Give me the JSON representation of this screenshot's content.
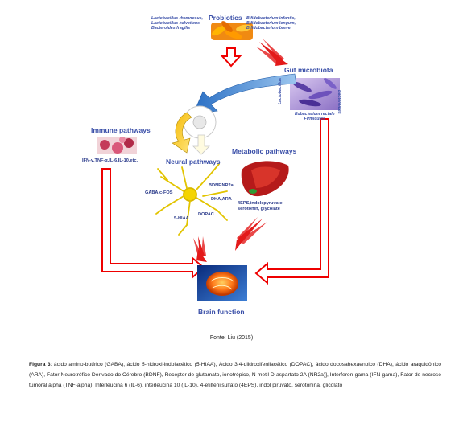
{
  "probiotics": {
    "title": "Probiotics",
    "left_species": "Lactobacillus rhamnosus,\nLactobacillus helveticus,\nBacteroides fragilis",
    "right_species": "Bifidobacterium infantis,\nBifidobacterium longum,\nBifidobacterium breve"
  },
  "gut": {
    "title": "Gut microbiota",
    "left_vertical": "Lactobacillus",
    "right_vertical": "Bacteroides",
    "bottom_species": "Eubacterium rectale\nFirmicutes"
  },
  "immune": {
    "title": "Immune pathways",
    "cytokines": "IFN-γ,TNF-α,IL-6,IL-10,etc."
  },
  "neural": {
    "title": "Neural pathways",
    "gaba": "GABA,c-FOS",
    "bdnf": "BDNF,NR2a",
    "dha": "DHA,ARA",
    "hiaa": "5-HIAA",
    "dopac": "DOPAC"
  },
  "metabolic": {
    "title": "Metabolic pathways",
    "metabolites": "4EPS,indolepyruvate,\nserotonin, glycolate"
  },
  "brain": {
    "title": "Brain function"
  },
  "source": "Fonte: Liu (2015)",
  "caption": {
    "label": "Figura 3",
    "text": ": ácido amino-butírico (GABA), ácido 5-hidroxi-indolacético (5-HIAA), Ácido 3,4-diidroxifenilacético (DOPAC), ácido docosahexaenoico (DHA), ácido araquidônico (ARA), Fator Neurotrófico Derivado do Cérebro (BDNF), Receptor de glutamato, ionotrópico, N-metil D-aspartato 2A (NR2a)], Interferon-gama (IFN-gama), Fator de necrose tumoral alpha (TNF-alpha), Interleucina 6 (IL-6), interleucina 10 (IL-10), 4-etilfenilsulfato (4EPS), indol piruvato, serotonina, glicolato"
  }
}
